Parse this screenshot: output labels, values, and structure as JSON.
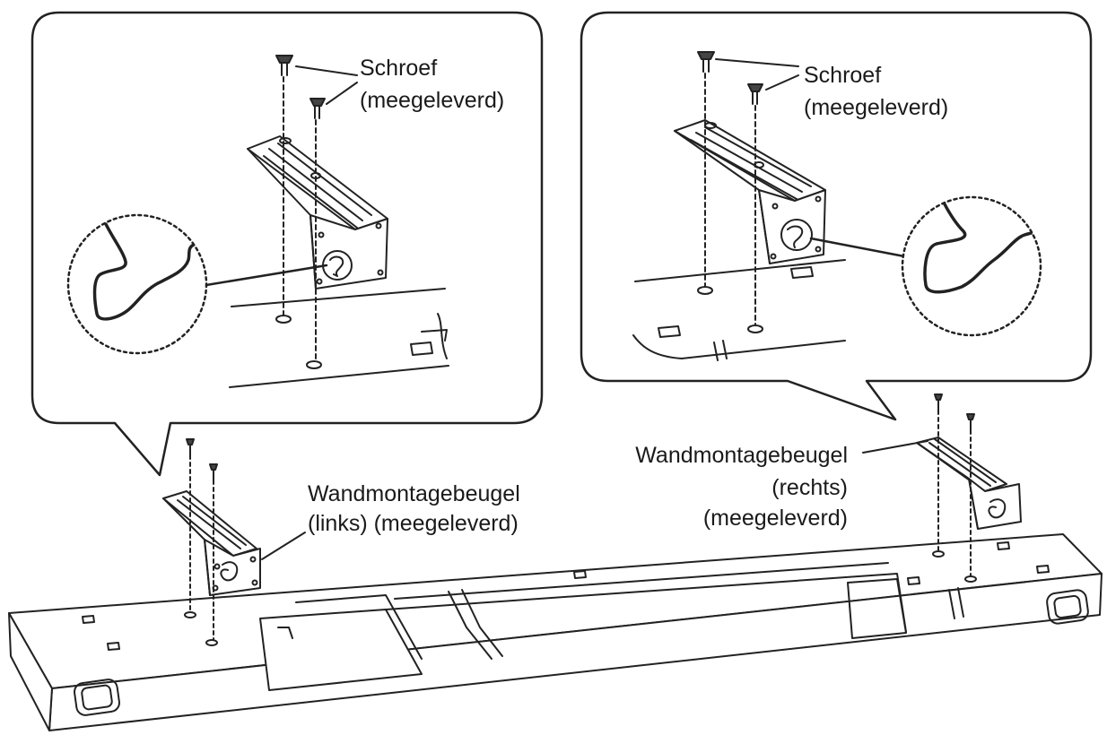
{
  "labels": {
    "left_callout_screw_line1": "Schroef",
    "left_callout_screw_line2": "(meegeleverd)",
    "right_callout_screw_line1": "Schroef",
    "right_callout_screw_line2": "(meegeleverd)",
    "left_bracket_line1": "Wandmontagebeugel",
    "left_bracket_line2": "(links) (meegeleverd)",
    "right_bracket_line1": "Wandmontagebeugel",
    "right_bracket_line2": "(rechts)",
    "right_bracket_line3": "(meegeleverd)"
  },
  "colors": {
    "line": "#222222",
    "background": "#ffffff"
  }
}
